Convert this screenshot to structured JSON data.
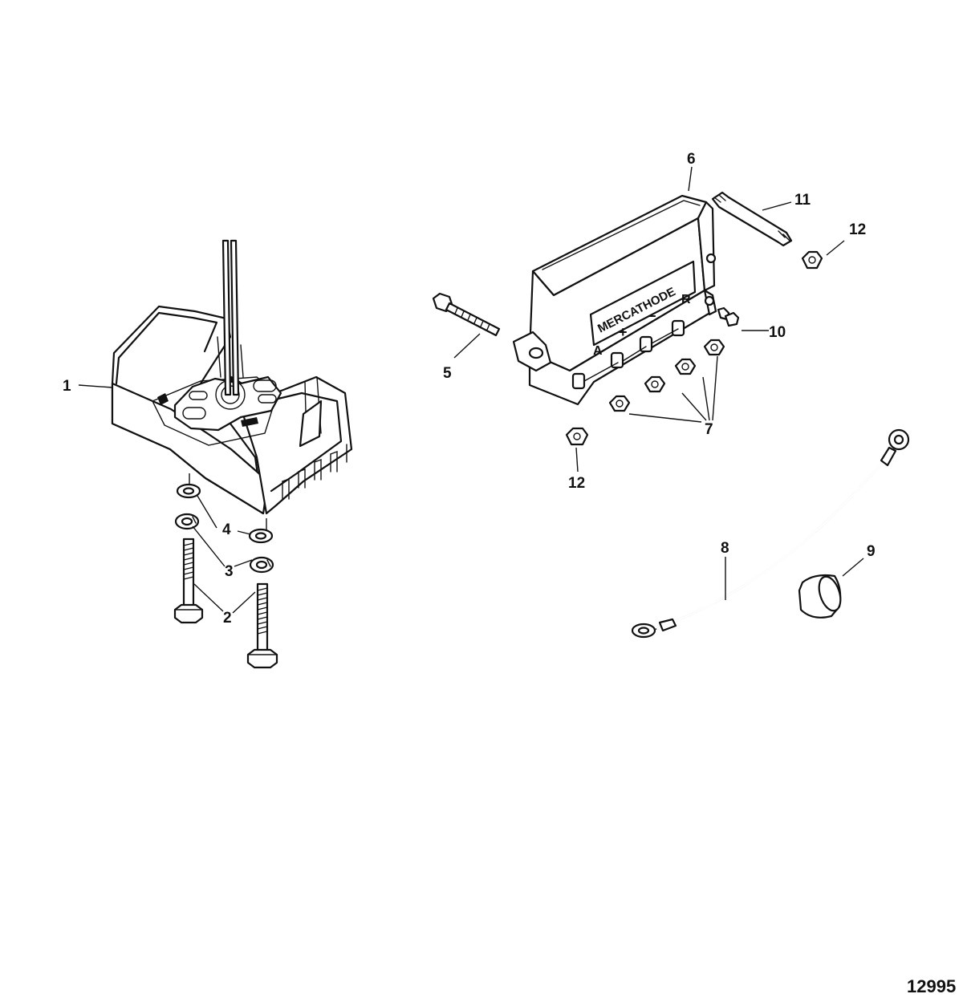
{
  "figure_number": "12995",
  "part_markings": {
    "brand": "MERCATHODE",
    "terminal_a": "A",
    "terminal_plus": "+",
    "terminal_minus": "−",
    "terminal_r": "R"
  },
  "callouts": [
    {
      "id": "c1",
      "label": "1"
    },
    {
      "id": "c2",
      "label": "2"
    },
    {
      "id": "c3",
      "label": "3"
    },
    {
      "id": "c4",
      "label": "4"
    },
    {
      "id": "c5",
      "label": "5"
    },
    {
      "id": "c6",
      "label": "6"
    },
    {
      "id": "c7",
      "label": "7"
    },
    {
      "id": "c8",
      "label": "8"
    },
    {
      "id": "c9",
      "label": "9"
    },
    {
      "id": "c10",
      "label": "10"
    },
    {
      "id": "c11",
      "label": "11"
    },
    {
      "id": "c12a",
      "label": "12"
    },
    {
      "id": "c12b",
      "label": "12"
    }
  ]
}
